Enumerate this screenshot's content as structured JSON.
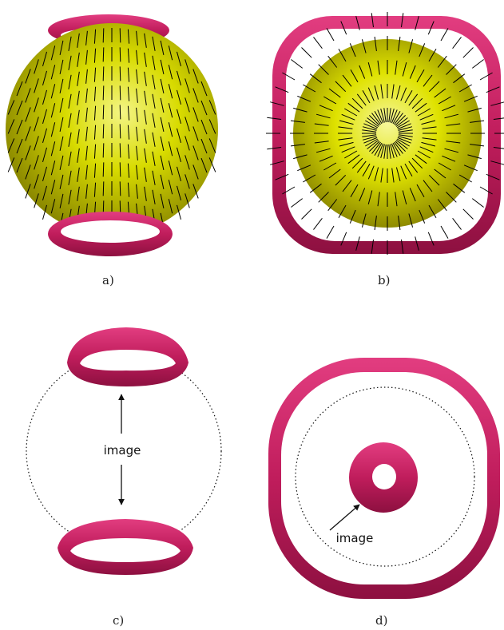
{
  "panels": {
    "a": {
      "caption": "a)"
    },
    "b": {
      "caption": "b)"
    },
    "c": {
      "caption": "c)",
      "annotation": "image"
    },
    "d": {
      "caption": "d)",
      "annotation": "image"
    }
  },
  "colors": {
    "sphere": "#d9dc00",
    "sphere_highlight": "#f6f79a",
    "sphere_shadow": "#7f7d00",
    "ring": "#c01d5c",
    "ring_highlight": "#e23d80",
    "ring_shadow": "#8d1040",
    "needle": "#000000"
  }
}
